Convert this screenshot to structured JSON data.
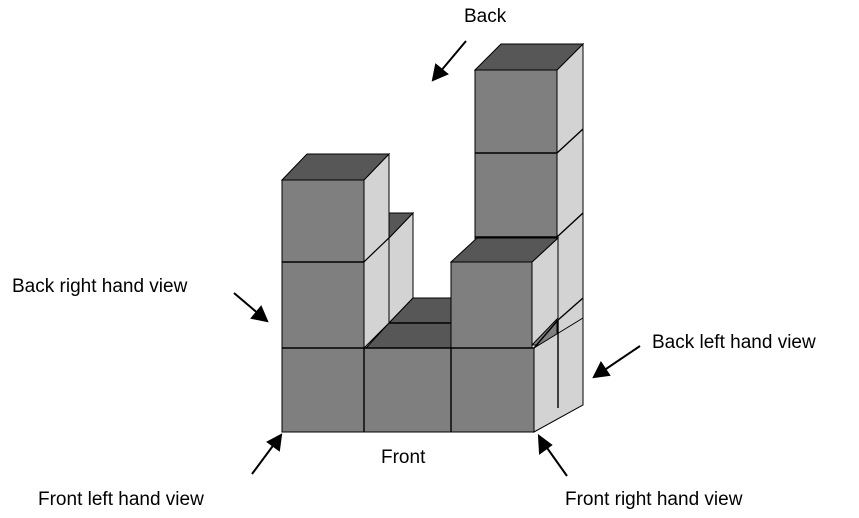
{
  "labels": {
    "back": "Back",
    "back_right_hand_view": "Back right hand view",
    "back_left_hand_view": "Back left hand view",
    "front": "Front",
    "front_left_hand_view": "Front left hand view",
    "front_right_hand_view": "Front right hand view"
  },
  "colors": {
    "front_face": "#7f7f7f",
    "top_face": "#575757",
    "side_face": "#d3d3d3",
    "edge": "#000000",
    "text": "#000000"
  }
}
